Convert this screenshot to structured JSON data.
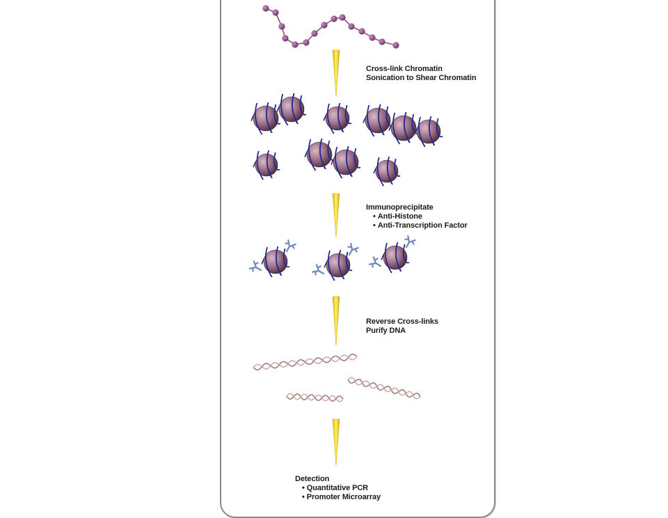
{
  "steps": [
    {
      "lines": [
        "Cross-link Chromatin",
        "Sonication to Shear Chromatin"
      ],
      "bullets": []
    },
    {
      "lines": [
        "Immunoprecipitate"
      ],
      "bullets": [
        "Anti-Histone",
        "Anti-Transcription Factor"
      ]
    },
    {
      "lines": [
        "Reverse Cross-links",
        "Purify DNA"
      ],
      "bullets": []
    },
    {
      "lines": [
        "Detection"
      ],
      "bullets": [
        "Quantitative PCR",
        "Promoter Microarray"
      ]
    }
  ],
  "colors": {
    "bead": "#8e4f86",
    "nucleosome": "#9a6d86",
    "dna_wrap": "#1f2a8a",
    "arrow": "#f2d219",
    "antibody": "#6e88b8",
    "helix": "#b88a8a",
    "border": "#8a8a8a"
  }
}
